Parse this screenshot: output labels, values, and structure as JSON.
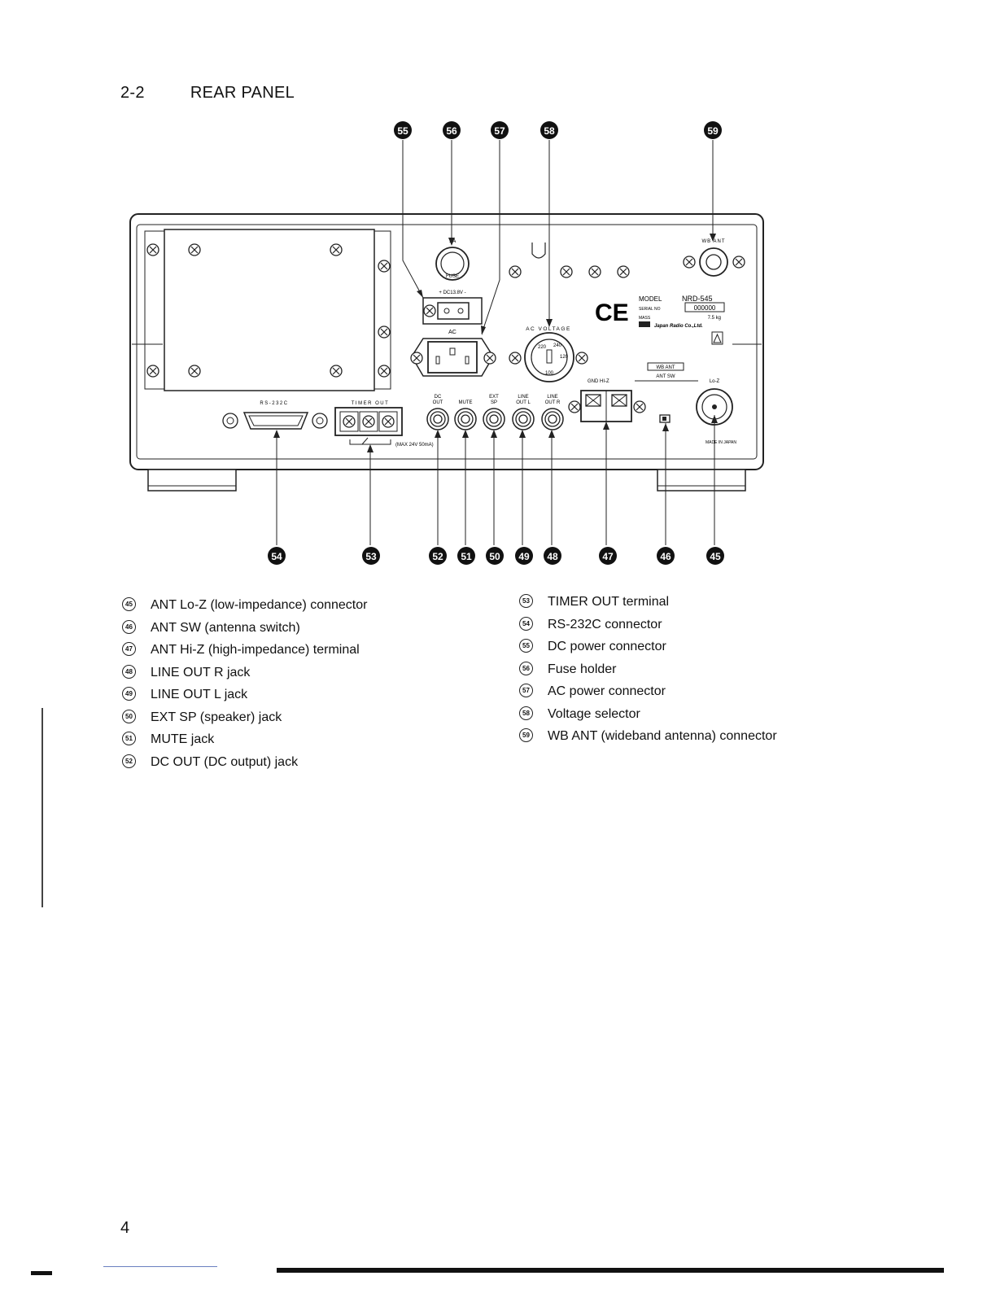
{
  "section": {
    "number": "2-2",
    "title": "REAR PANEL"
  },
  "page_number": "4",
  "callouts_top": [
    "55",
    "56",
    "57",
    "58",
    "59"
  ],
  "callouts_bottom": [
    "54",
    "53",
    "52",
    "51",
    "50",
    "49",
    "48",
    "47",
    "46",
    "45"
  ],
  "panel": {
    "fuse_rating": "1A",
    "fuse_label": "FUSE",
    "dc_label": "+ DC13.8V -",
    "ac_label": "AC",
    "ac_voltage_label": "AC VOLTAGE",
    "voltage_values": [
      "220",
      "240",
      "120",
      "100"
    ],
    "model_label": "MODEL",
    "model_value": "NRD-545",
    "serial_label": "SERIAL NO",
    "serial_value": "000000",
    "mass_label": "MASS",
    "mass_value": "7.5 kg",
    "maker": "Japan Radio Co.,Ltd.",
    "ce_mark": "CE",
    "wb_ant_label": "WB ANT",
    "rs232c_label": "RS-232C",
    "timer_out_label": "TIMER OUT",
    "timer_rating": "(MAX 24V 50mA)",
    "jack_labels": [
      {
        "top": "DC",
        "bottom": "OUT"
      },
      {
        "top": "",
        "bottom": "MUTE"
      },
      {
        "top": "EXT",
        "bottom": "SP"
      },
      {
        "top": "LINE",
        "bottom": "OUT L"
      },
      {
        "top": "LINE",
        "bottom": "OUT R"
      }
    ],
    "hi_z_label": "GND  HI-Z",
    "ant_sw_box": "WB ANT",
    "ant_sw_label": "ANT SW",
    "lo_z_label": "Lo-Z",
    "made_in": "MADE IN JAPAN"
  },
  "legend_left": [
    {
      "num": "45",
      "text": "ANT Lo-Z (low-impedance) connector"
    },
    {
      "num": "46",
      "text": "ANT SW (antenna switch)"
    },
    {
      "num": "47",
      "text": "ANT Hi-Z (high-impedance) terminal"
    },
    {
      "num": "48",
      "text": "LINE OUT R jack"
    },
    {
      "num": "49",
      "text": "LINE OUT L jack"
    },
    {
      "num": "50",
      "text": "EXT SP (speaker) jack"
    },
    {
      "num": "51",
      "text": "MUTE jack"
    },
    {
      "num": "52",
      "text": "DC OUT (DC output) jack"
    }
  ],
  "legend_right": [
    {
      "num": "53",
      "text": "TIMER OUT terminal"
    },
    {
      "num": "54",
      "text": "RS-232C connector"
    },
    {
      "num": "55",
      "text": "DC power connector"
    },
    {
      "num": "56",
      "text": "Fuse holder"
    },
    {
      "num": "57",
      "text": "AC power connector"
    },
    {
      "num": "58",
      "text": "Voltage selector"
    },
    {
      "num": "59",
      "text": "WB ANT (wideband antenna) connector"
    }
  ]
}
